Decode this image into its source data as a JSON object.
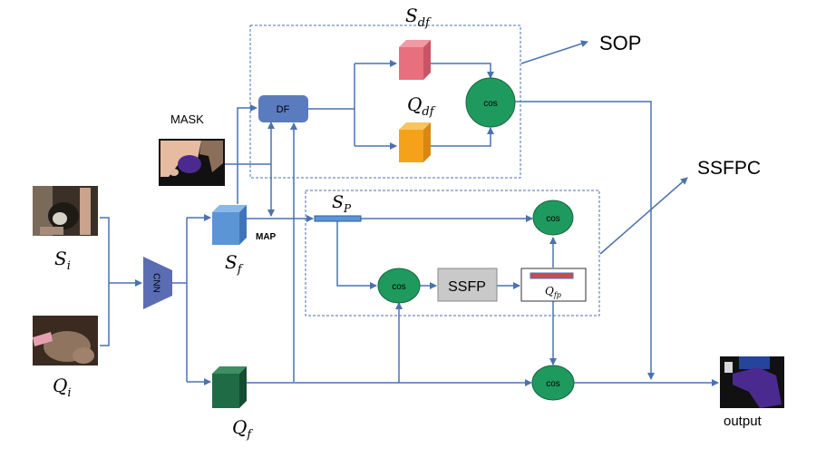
{
  "labels": {
    "mask": "MASK",
    "df": "DF",
    "map": "MAP",
    "cnn": "CNN",
    "cos": "cos",
    "ssfp": "SSFP",
    "sop": "SOP",
    "ssfpc": "SSFPC",
    "output": "output"
  },
  "math": {
    "s_df": {
      "base": "S",
      "sub": "df"
    },
    "q_df": {
      "base": "Q",
      "sub": "df"
    },
    "s_p": {
      "base": "S",
      "sub": "P"
    },
    "s_f": {
      "base": "S",
      "sub": "f"
    },
    "q_f": {
      "base": "Q",
      "sub": "f"
    },
    "s_i": {
      "base": "S",
      "sub": "i"
    },
    "q_i": {
      "base": "Q",
      "sub": "i"
    },
    "q_fp": {
      "base": "Q",
      "sub": "fp"
    }
  },
  "colors": {
    "wire": "#4a72b0",
    "cos_fill": "#1f9a5f",
    "df_fill": "#5b7bbf",
    "cnn_fill": "#5a6db3",
    "sf_cube": "#5b95d6",
    "qf_cube": "#1f6b45",
    "sdf_cube": "#e8707e",
    "qdf_cube": "#f5a21a",
    "ssfp_fill": "#c9c9c9",
    "sp_bar": "#5b95d6",
    "qfp_bar": "#c0504d"
  }
}
